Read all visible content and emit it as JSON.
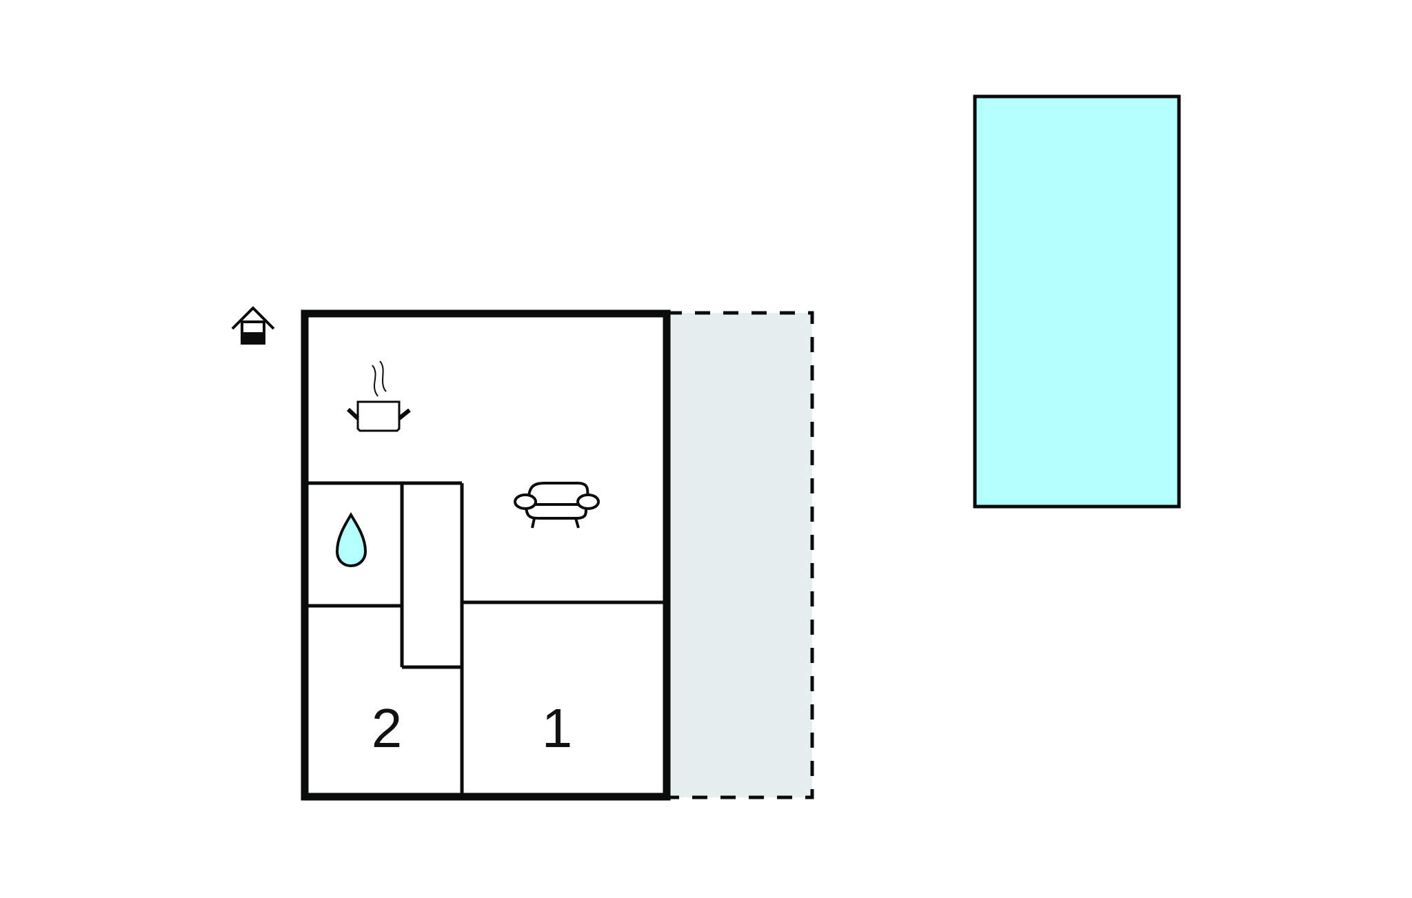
{
  "diagram": {
    "type": "floor-plan",
    "colors": {
      "wall": "#0a0c0b",
      "water": "#b3ffff",
      "terrace_fill": "#e6efee",
      "background": "#ffffff"
    },
    "rooms": [
      {
        "id": "kitchen-living",
        "label": "",
        "icon": "cooking-pot-icon"
      },
      {
        "id": "living-area",
        "label": "",
        "icon": "sofa-icon"
      },
      {
        "id": "bathroom",
        "label": "",
        "icon": "water-drop-icon"
      },
      {
        "id": "corridor",
        "label": ""
      },
      {
        "id": "bedroom-1",
        "label": "1"
      },
      {
        "id": "bedroom-2",
        "label": "2"
      }
    ],
    "terrace": {
      "style": "dashed",
      "label": ""
    },
    "pool": {
      "label": ""
    },
    "entrance": {
      "icon": "house-entrance-icon"
    }
  }
}
